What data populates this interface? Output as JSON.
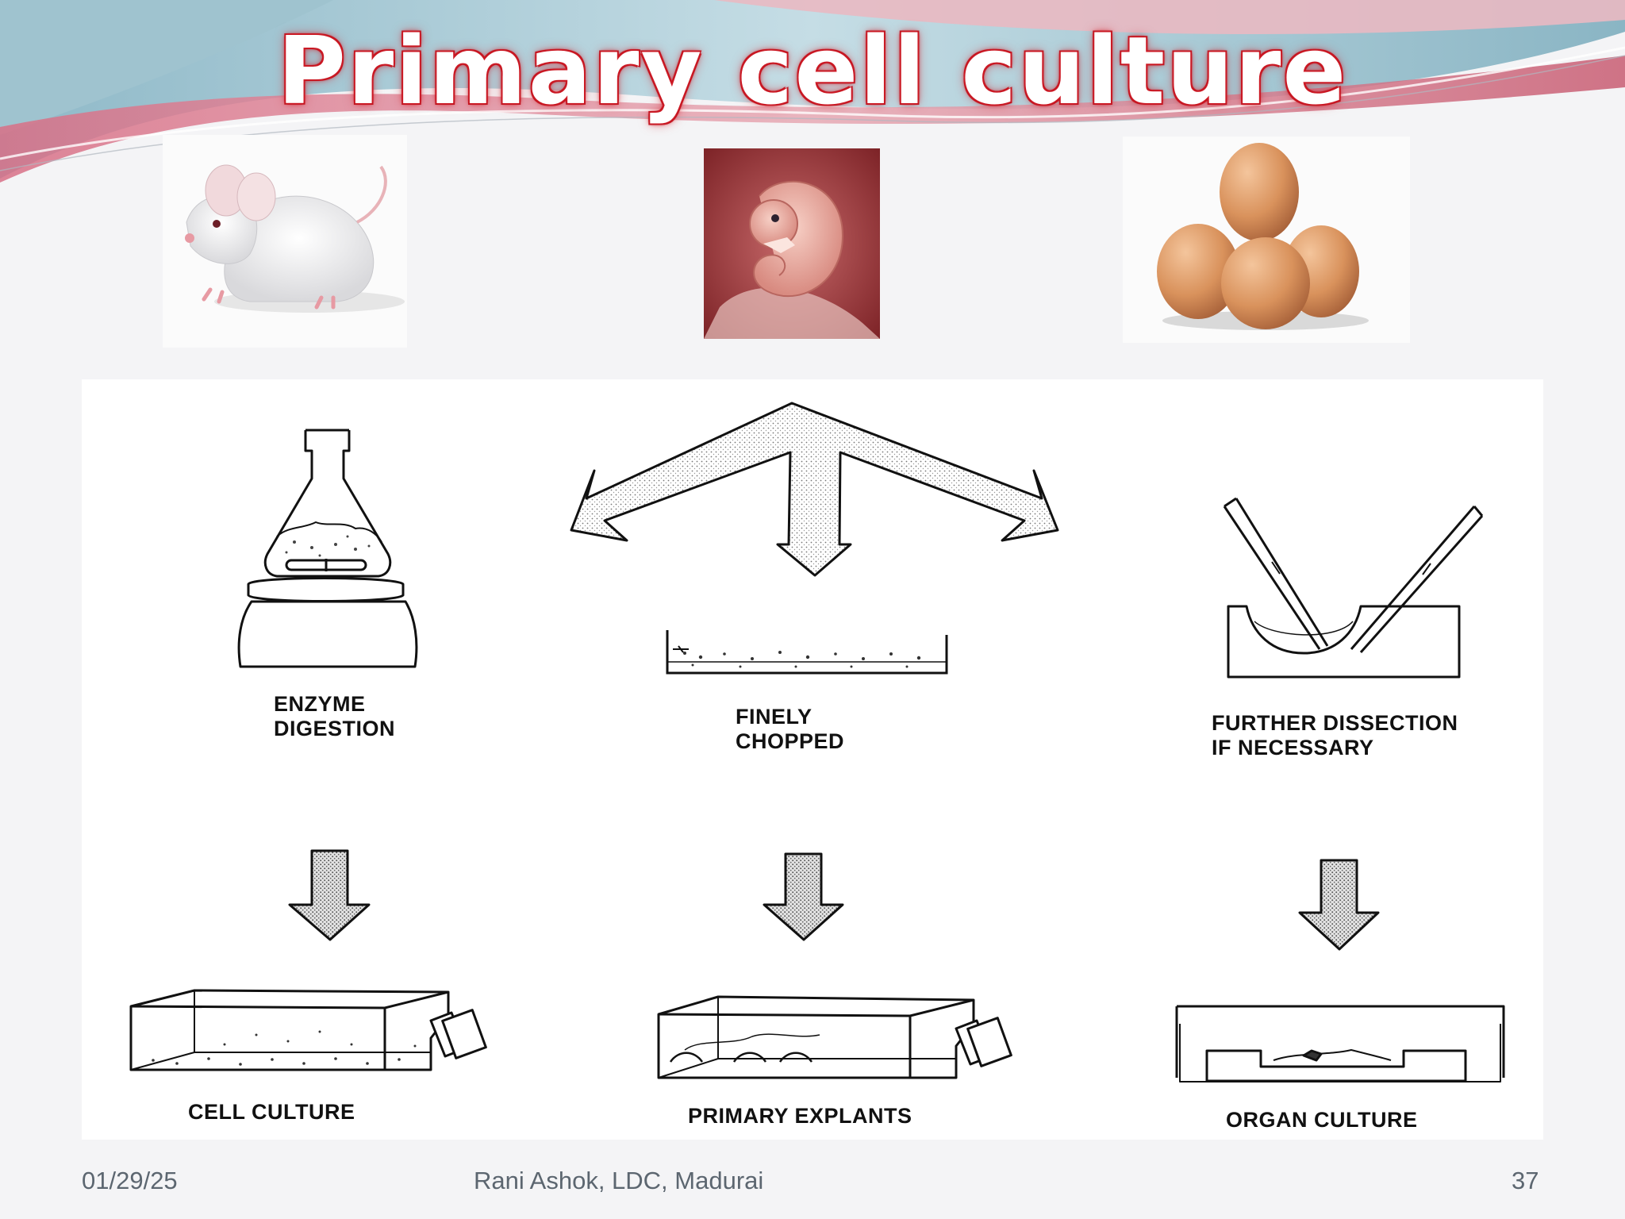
{
  "title": "Primary cell culture",
  "photos": {
    "mouse": "mouse-photo",
    "embryo": "embryo-photo",
    "eggs": "eggs-photo"
  },
  "diagram": {
    "enzyme_digestion": "ENZYME\nDIGESTION",
    "finely_chopped": "FINELY\nCHOPPED",
    "further_dissection": "FURTHER DISSECTION\nIF NECESSARY",
    "cell_culture": "CELL CULTURE",
    "primary_explants": "PRIMARY EXPLANTS",
    "organ_culture": "ORGAN CULTURE"
  },
  "footer": {
    "date": "01/29/25",
    "author": "Rani Ashok, LDC, Madurai",
    "page": "37"
  },
  "colors": {
    "title_glow": "#d21f2a",
    "swoosh_red": "#d5788a",
    "swoosh_blue": "#9cc3cf",
    "footer_text": "#5c6670"
  }
}
